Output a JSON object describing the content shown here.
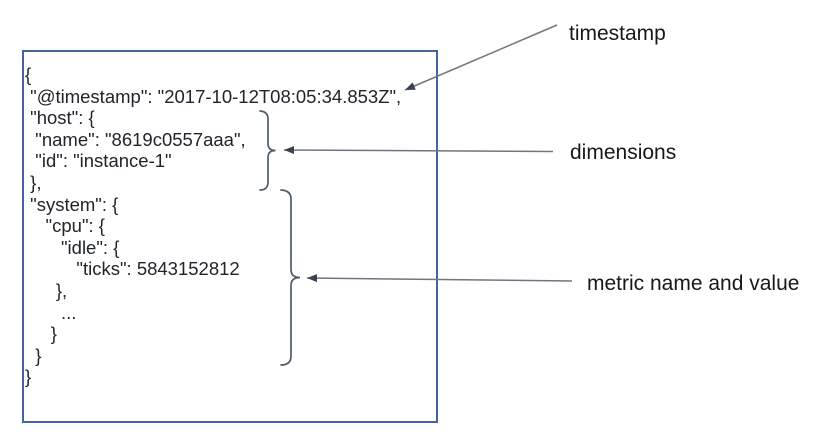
{
  "figure": {
    "document": {
      "lines": [
        "{",
        " \"@timestamp\": \"2017-10-12T08:05:34.853Z\",",
        " \"host\": {",
        "  \"name\": \"8619c0557aaa\",",
        "  \"id\": \"instance-1\"",
        " },",
        " \"system\": {",
        "    \"cpu\": {",
        "       \"idle\": {",
        "          \"ticks\": 5843152812",
        "      },",
        "       ...",
        "     }",
        "  }",
        "}"
      ]
    },
    "annotations": {
      "timestamp": {
        "label": "timestamp"
      },
      "dimensions": {
        "label": "dimensions"
      },
      "metric": {
        "label": "metric name and value"
      }
    },
    "colors": {
      "box_border": "#47639f",
      "arrow_line": "#6e7680",
      "arrow_head": "#3a424e",
      "brace": "#515c6b",
      "code_text": "#20252c",
      "label_text": "#17181a",
      "background": "#ffffff"
    }
  }
}
